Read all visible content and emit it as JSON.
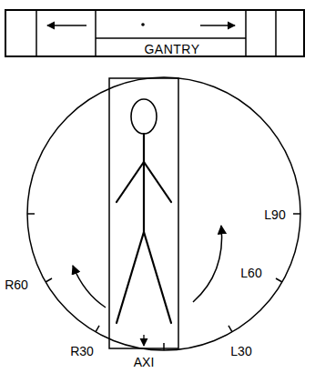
{
  "diagram": {
    "nodes": [
      {
        "text": [
          "GANTRY"
        ]
      }
    ],
    "labels": [
      "L90",
      "R60",
      "L60",
      "R30",
      "AXI",
      "L30"
    ]
  }
}
